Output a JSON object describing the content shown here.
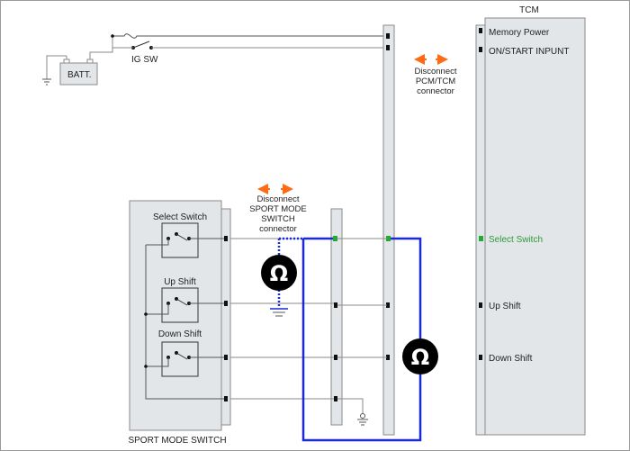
{
  "colors": {
    "probe_wire": "#1a2ad6",
    "disconnect_arrow": "#ff6a14",
    "connector_fill": "#e2e6e8",
    "active_pin": "#22aa33",
    "ohmmeter_fill": "#000000"
  },
  "battery": {
    "label": "BATT."
  },
  "ignition_switch": {
    "label": "IG SW"
  },
  "tcm": {
    "title": "TCM",
    "pins": {
      "memory_power": "Memory Power",
      "on_start_input": "ON/START  INPUNT",
      "select_switch": "Select Switch",
      "up_shift": "Up  Shift",
      "down_shift": "Down  Shift"
    }
  },
  "pcm_tcm_disconnect": {
    "line1": "Disconnect",
    "line2": "PCM/TCM",
    "line3": "connector"
  },
  "sport_disconnect": {
    "line1": "Disconnect",
    "line2": "SPORT MODE",
    "line3": "SWITCH",
    "line4": "connector"
  },
  "sport_mode_switch": {
    "title": "SPORT MODE SWITCH",
    "switches": {
      "select": "Select Switch",
      "up": "Up  Shift",
      "down": "Down  Shift"
    }
  },
  "meters": {
    "left_symbol": "Ω",
    "right_symbol": "Ω"
  }
}
